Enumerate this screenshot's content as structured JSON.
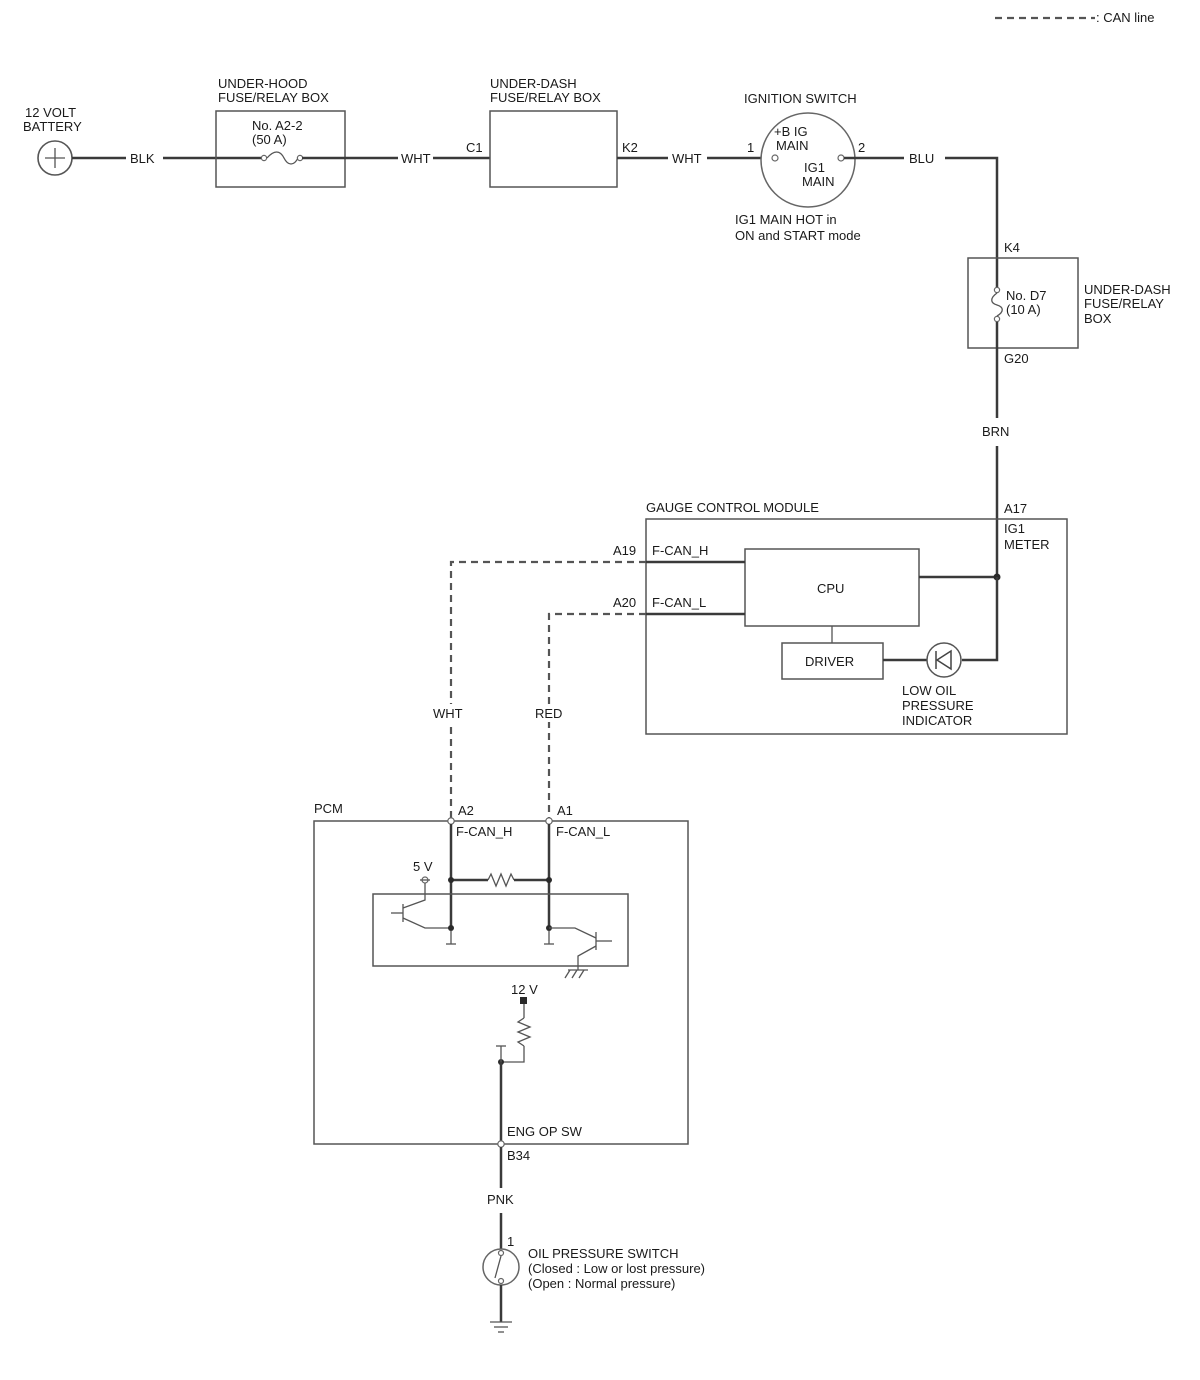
{
  "legend": {
    "label": ": CAN line"
  },
  "battery": {
    "label_line1": "12 VOLT",
    "label_line2": "BATTERY"
  },
  "underhood_box": {
    "title_line1": "UNDER-HOOD",
    "title_line2": "FUSE/RELAY BOX",
    "fuse_line1": "No. A2-2",
    "fuse_line2": "(50 A)"
  },
  "underdash_box_top": {
    "title_line1": "UNDER-DASH",
    "title_line2": "FUSE/RELAY BOX",
    "pin_in": "C1",
    "pin_out": "K2"
  },
  "ignition_switch": {
    "title": "IGNITION SWITCH",
    "pin1": "1",
    "pin2": "2",
    "contact_bi_line1": "+B IG",
    "contact_bi_line2": "MAIN",
    "contact_ig1_line1": "IG1",
    "contact_ig1_line2": "MAIN",
    "note_line1": "IG1 MAIN HOT in",
    "note_line2": "ON and START mode"
  },
  "wires": {
    "blk": "BLK",
    "wht1": "WHT",
    "wht2": "WHT",
    "blu": "BLU",
    "brn": "BRN",
    "can_h_color": "WHT",
    "can_l_color": "RED",
    "pnk": "PNK"
  },
  "underdash_box_right": {
    "pin_in": "K4",
    "pin_out": "G20",
    "fuse_line1": "No. D7",
    "fuse_line2": "(10 A)",
    "title_line1": "UNDER-DASH",
    "title_line2": "FUSE/RELAY",
    "title_line3": "BOX"
  },
  "gauge_module": {
    "title": "GAUGE CONTROL MODULE",
    "pin_power": "A17",
    "power_label_line1": "IG1",
    "power_label_line2": "METER",
    "pin_can_h": "A19",
    "can_h_label": "F-CAN_H",
    "pin_can_l": "A20",
    "can_l_label": "F-CAN_L",
    "cpu_label": "CPU",
    "driver_label": "DRIVER",
    "indicator_line1": "LOW OIL",
    "indicator_line2": "PRESSURE",
    "indicator_line3": "INDICATOR"
  },
  "pcm": {
    "title": "PCM",
    "pin_can_h": "A2",
    "can_h_label": "F-CAN_H",
    "pin_can_l": "A1",
    "can_l_label": "F-CAN_L",
    "v5_label": "5 V",
    "v12_label": "12 V",
    "sensor_label": "ENG OP SW",
    "sensor_pin": "B34"
  },
  "oil_switch": {
    "pin": "1",
    "title": "OIL PRESSURE SWITCH",
    "line2": "(Closed : Low or lost pressure)",
    "line3": "(Open : Normal pressure)"
  }
}
